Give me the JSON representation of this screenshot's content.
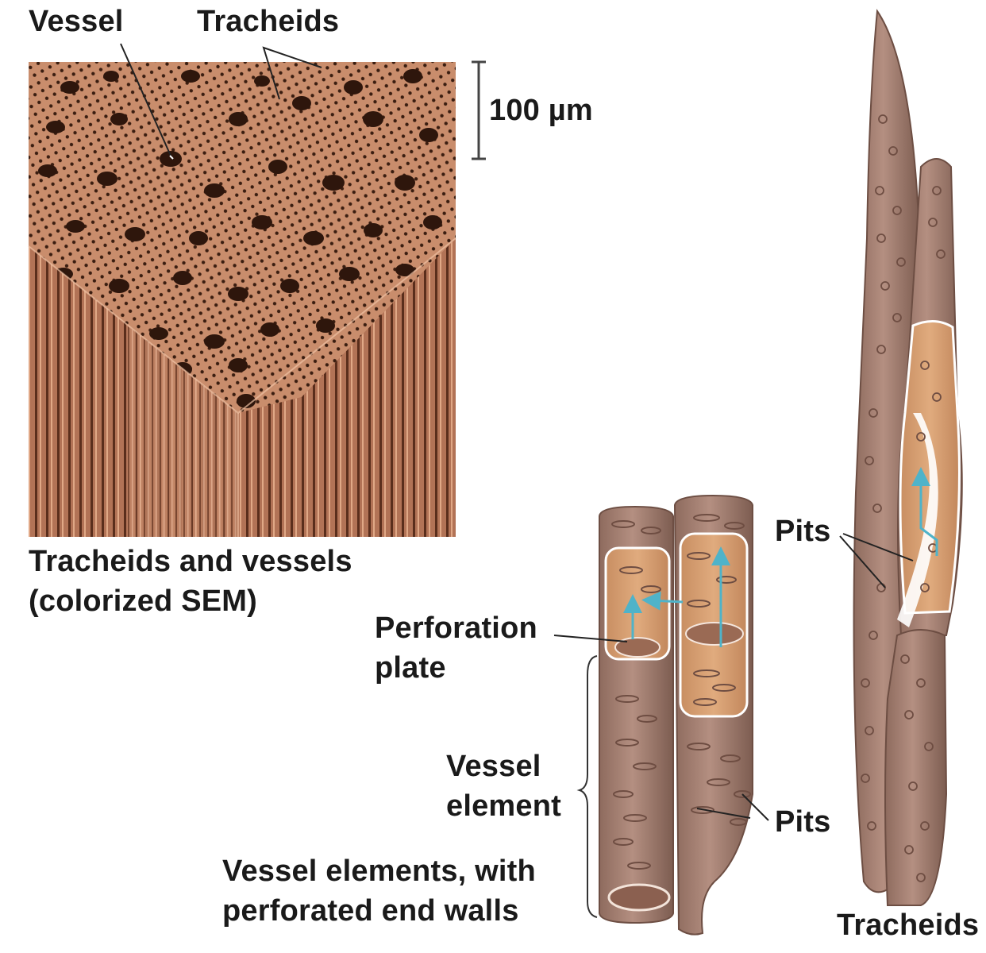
{
  "labels": {
    "vessel": "Vessel",
    "tracheids_top": "Tracheids",
    "scale": "100 µm",
    "sem_caption_1": "Tracheids and vessels",
    "sem_caption_2": "(colorized SEM)",
    "perforation_1": "Perforation",
    "perforation_2": "plate",
    "vessel_element_1": "Vessel",
    "vessel_element_2": "element",
    "vessel_caption_1": "Vessel elements, with",
    "vessel_caption_2": "perforated end walls",
    "pits_vessel": "Pits",
    "pits_tracheid": "Pits",
    "tracheids_bottom": "Tracheids"
  },
  "colors": {
    "sem_base": "#b87a5b",
    "sem_dark": "#3a1d10",
    "cell_wall": "#a27c6e",
    "cell_wall_dark": "#7e5c50",
    "cell_interior": "#d29a6c",
    "water_arrow": "#4fb3c9"
  }
}
